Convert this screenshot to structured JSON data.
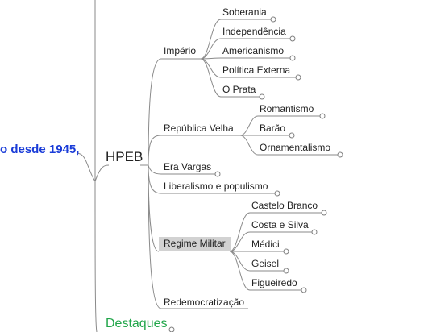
{
  "root": {
    "label": "o desde 1945,"
  },
  "main": {
    "label": "HPEB"
  },
  "destaques": {
    "label": "Destaques"
  },
  "branches": {
    "imperio": {
      "label": "Império",
      "children": [
        "Soberania",
        "Independência",
        "Americanismo",
        "Política Externa",
        "O Prata"
      ]
    },
    "republica_velha": {
      "label": "República Velha",
      "children": [
        "Romantismo",
        "Barão",
        "Ornamentalismo"
      ]
    },
    "era_vargas": {
      "label": "Era Vargas"
    },
    "liberalismo": {
      "label": "Liberalismo e populismo"
    },
    "regime_militar": {
      "label": "Regime Militar",
      "selected": true,
      "children": [
        "Castelo Branco",
        "Costa e Silva",
        "Médici",
        "Geisel",
        "Figueiredo"
      ]
    },
    "redemocratizacao": {
      "label": "Redemocratização"
    }
  },
  "colors": {
    "root": "#1a3cd8",
    "destaques": "#21a64a",
    "connector": "#8a8a8a",
    "selected_bg": "#d2d2d2"
  }
}
